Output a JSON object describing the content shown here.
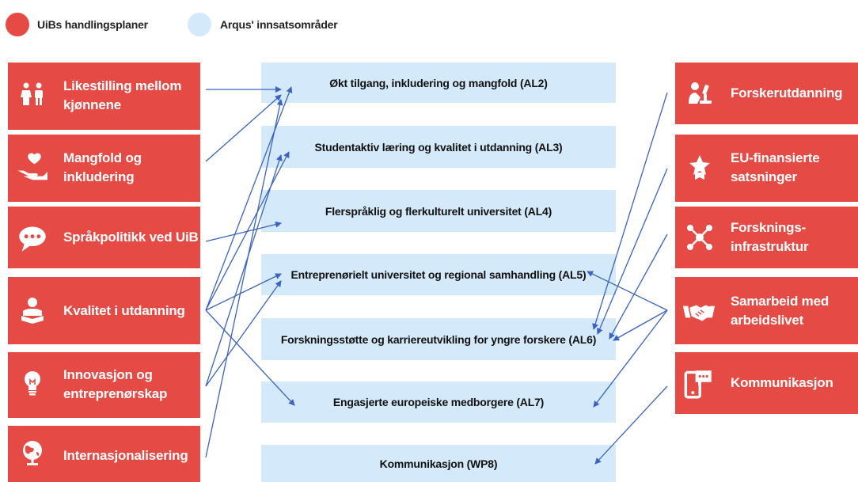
{
  "legend": {
    "uib": {
      "label": "UiBs handlingsplaner",
      "color": "#e54a45"
    },
    "arqus": {
      "label": "Arqus' innsatsområder",
      "color": "#d4e9f9"
    }
  },
  "left_plans": [
    {
      "line1": "Likestilling mellom",
      "line2": "kjønnene",
      "icon": "people-icon"
    },
    {
      "line1": "Mangfold og",
      "line2": "inkludering",
      "icon": "heart-hand-icon"
    },
    {
      "line1": "Språkpolitikk ved UiB",
      "line2": "",
      "icon": "speech-bubble-icon"
    },
    {
      "line1": "Kvalitet i utdanning",
      "line2": "",
      "icon": "reader-icon"
    },
    {
      "line1": "Innovasjon og",
      "line2": "entreprenørskap",
      "icon": "lightbulb-icon"
    },
    {
      "line1": "Internasjonalisering",
      "line2": "",
      "icon": "globe-icon"
    }
  ],
  "arqus_areas": [
    {
      "label": "Økt tilgang, inkludering og mangfold (AL2)"
    },
    {
      "label": "Studentaktiv læring og kvalitet i utdanning (AL3)"
    },
    {
      "label": "Flerspråklig og flerkulturelt universitet (AL4)"
    },
    {
      "label": "Entreprenørielt universitet og regional samhandling (AL5)"
    },
    {
      "label": "Forskningsstøtte og karriereutvikling for yngre forskere (AL6)"
    },
    {
      "label": "Engasjerte europeiske medborgere (AL7)"
    },
    {
      "label": "Kommunikasjon (WP8)"
    }
  ],
  "right_plans": [
    {
      "line1": "Forskerutdanning",
      "line2": "",
      "icon": "researcher-icon"
    },
    {
      "line1": "EU-finansierte",
      "line2": "satsninger",
      "icon": "star-badge-icon"
    },
    {
      "line1": "Forsknings-",
      "line2": "infrastruktur",
      "icon": "network-icon"
    },
    {
      "line1": "Samarbeid med",
      "line2": "arbeidslivet",
      "icon": "handshake-icon"
    },
    {
      "line1": "Kommunikasjon",
      "line2": "",
      "icon": "phone-chat-icon"
    }
  ],
  "connections": {
    "left_to_arqus": [
      [
        0,
        0
      ],
      [
        1,
        0
      ],
      [
        2,
        2
      ],
      [
        3,
        0
      ],
      [
        3,
        1
      ],
      [
        3,
        3
      ],
      [
        3,
        5
      ],
      [
        4,
        1
      ],
      [
        4,
        3
      ],
      [
        5,
        0
      ]
    ],
    "right_to_arqus": [
      [
        0,
        4
      ],
      [
        1,
        4
      ],
      [
        2,
        4
      ],
      [
        3,
        3
      ],
      [
        3,
        4
      ],
      [
        3,
        5
      ],
      [
        4,
        6
      ]
    ]
  }
}
